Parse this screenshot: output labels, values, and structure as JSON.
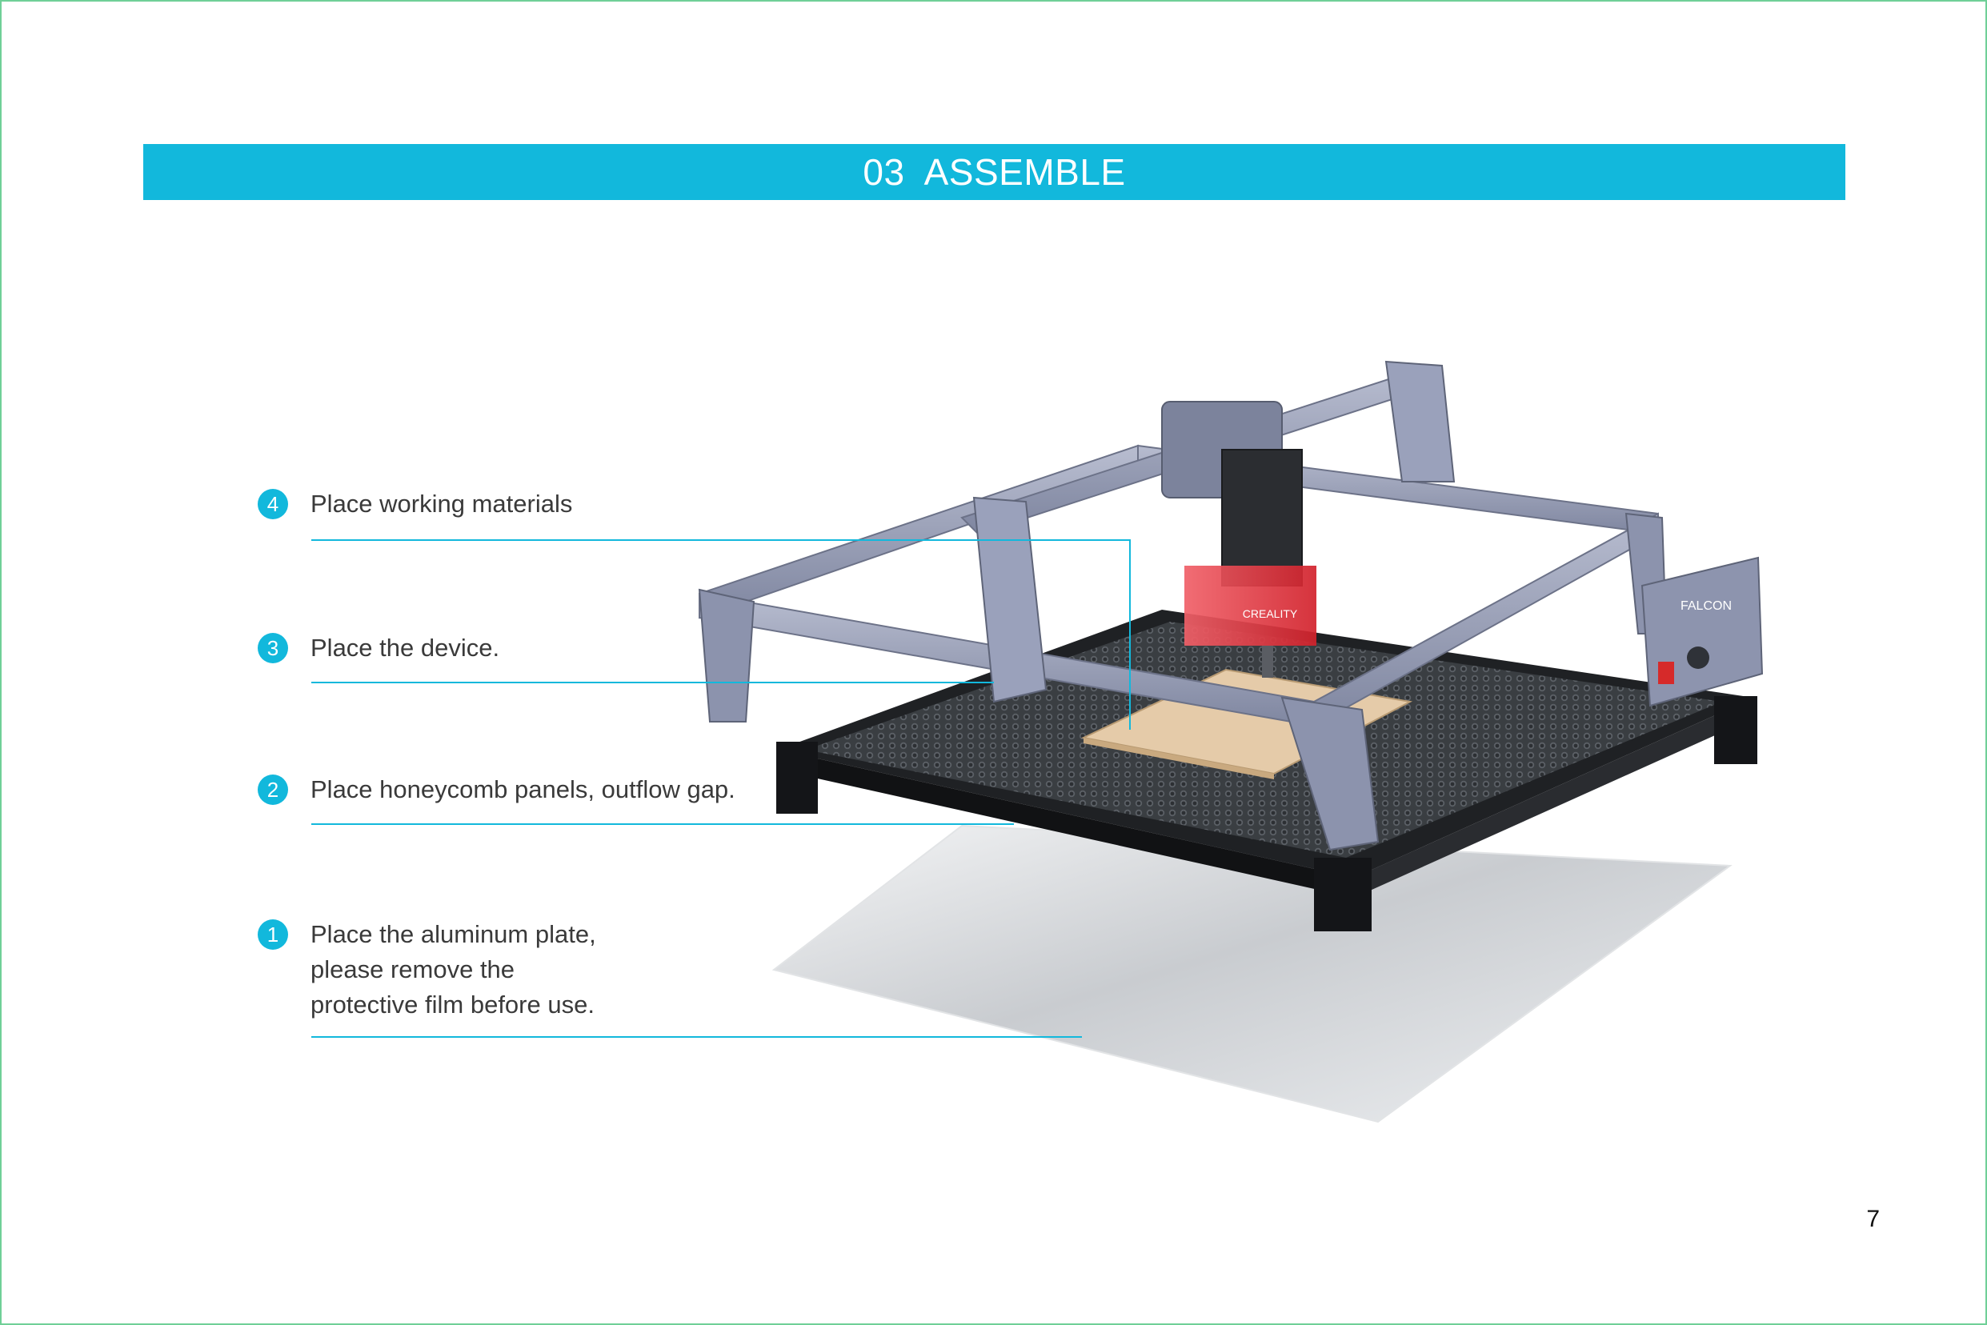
{
  "header": {
    "title": "03  ASSEMBLE"
  },
  "steps": [
    {
      "number": "4",
      "text": "Place working materials"
    },
    {
      "number": "3",
      "text": "Place the device."
    },
    {
      "number": "2",
      "text": "Place honeycomb panels, outflow gap."
    },
    {
      "number": "1",
      "lines": [
        "Place the aluminum plate,",
        "please remove the",
        "protective film before use."
      ]
    }
  ],
  "illustration": {
    "logo_text": "CREALITY",
    "product_label": "FALCON"
  },
  "page_number": "7",
  "colors": {
    "accent": "#12b8dc",
    "border": "#6fcf97",
    "frame": "#8a90a8",
    "laser_head": "#e8323c"
  }
}
